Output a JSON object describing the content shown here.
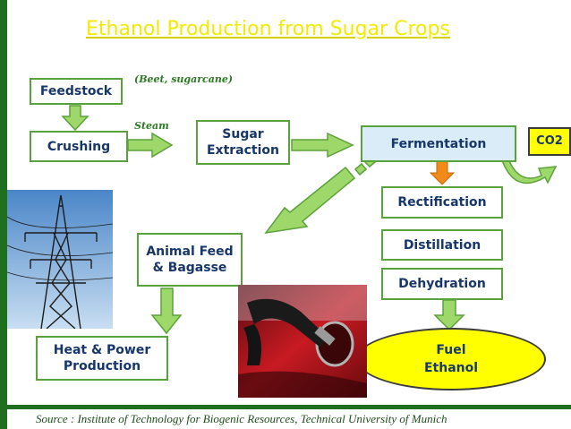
{
  "title": "Ethanol Production from Sugar Crops",
  "nodes": {
    "feedstock": "Feedstock",
    "crushing": "Crushing",
    "sugar_extraction": "Sugar\nExtraction",
    "fermentation": "Fermentation",
    "co2": "CO2",
    "rectification": "Rectification",
    "distillation": "Distillation",
    "dehydration": "Dehydration",
    "animal_feed": "Animal Feed\n& Bagasse",
    "heat_power": "Heat & Power\nProduction",
    "fuel_ethanol": "Fuel\nEthanol"
  },
  "notes": {
    "feedstock_examples": "(Beet, sugarcane)",
    "steam": "Steam"
  },
  "source": "Source : Institute of Technology for Biogenic Resources, Technical University of Munich",
  "colors": {
    "frame_green": "#1f6f1f",
    "box_border": "#58a33c",
    "arrow_fill": "#9fd86a",
    "arrow_stroke": "#5ca23a",
    "fermentation_fill": "#d9ecf7",
    "co2_fill": "#ffff00",
    "ethanol_fill": "#ffff00",
    "orange_arrow": "#f08a1a"
  }
}
